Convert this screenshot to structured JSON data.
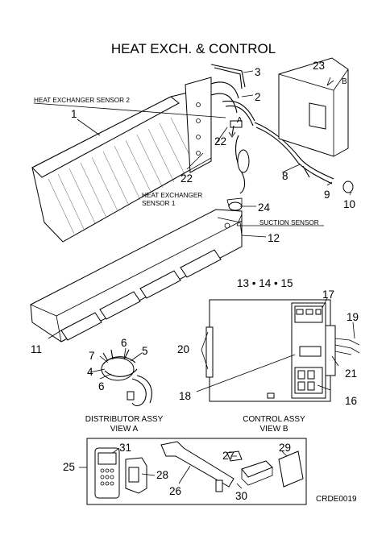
{
  "title": "HEAT EXCH. & CONTROL",
  "labels": {
    "hx_sensor_2": "HEAT EXCHANGER SENSOR 2",
    "hx_sensor_1_line1": "HEAT EXCHANGER",
    "hx_sensor_1_line2": "SENSOR 1",
    "suction_sensor": "SUCTION SENSOR",
    "view_a_arrow": "A",
    "view_b_arrow": "B"
  },
  "captions": {
    "distributor_line1": "DISTRIBUTOR ASSY",
    "distributor_line2": "VIEW A",
    "control_line1": "CONTROL ASSY",
    "control_line2": "VIEW B"
  },
  "part_numbers": {
    "p1": "1",
    "p2": "2",
    "p3": "3",
    "p5": "5",
    "p6a": "6",
    "p6b": "6",
    "p7": "7",
    "p4": "4",
    "p8": "8",
    "p9": "9",
    "p10": "10",
    "p11": "11",
    "p12": "12",
    "p13_14_15": "13 • 14 • 15",
    "p16": "16",
    "p17": "17",
    "p18": "18",
    "p19": "19",
    "p20": "20",
    "p21": "21",
    "p22a": "22",
    "p22b": "22",
    "p23": "23",
    "p24": "24",
    "p25": "25",
    "p26": "26",
    "p27": "27",
    "p28": "28",
    "p29": "29",
    "p30": "30",
    "p31": "31"
  },
  "drawing_code": "CRDE0019"
}
